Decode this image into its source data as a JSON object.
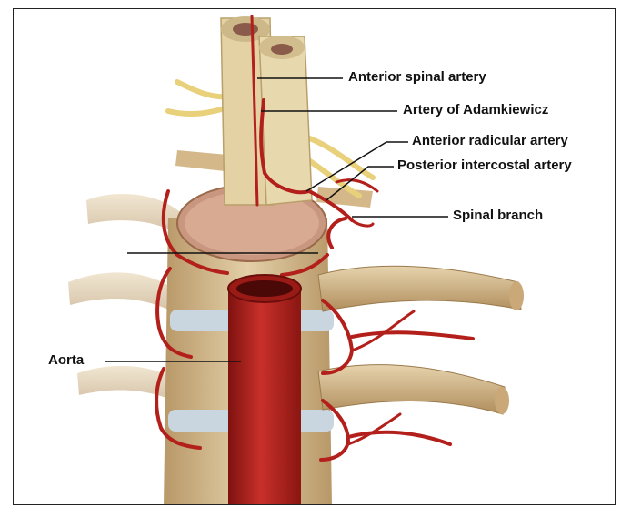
{
  "labels": {
    "anterior_spinal_artery": "Anterior spinal artery",
    "artery_of_adamkiewicz": "Artery of Adamkiewicz",
    "anterior_radicular_artery": "Anterior radicular artery",
    "posterior_intercostal_artery": "Posterior intercostal artery",
    "spinal_branch": "Spinal branch",
    "aorta": "Aorta"
  },
  "colors": {
    "artery": "#b3201c",
    "artery_dark": "#7e120f",
    "bone": "#dcc49a",
    "bone_shade": "#b89868",
    "nerve": "#e9d07a",
    "cord": "#e4d2a4",
    "disc": "#c9d6e0",
    "leader": "#111111"
  }
}
